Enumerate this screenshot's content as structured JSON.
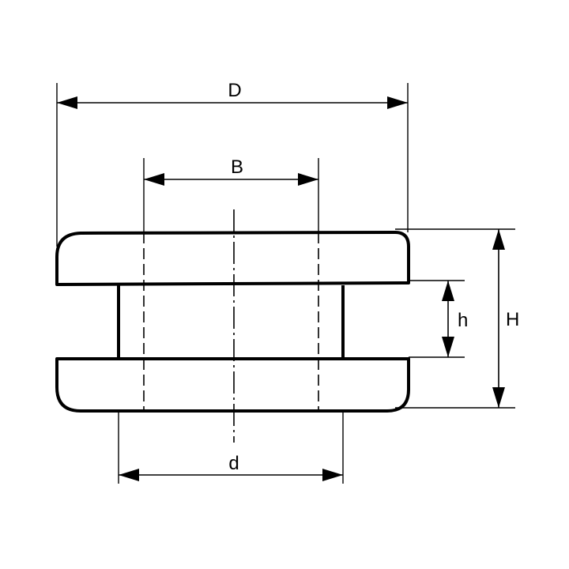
{
  "labels": {
    "D": "D",
    "B": "B",
    "h": "h",
    "H": "H",
    "d": "d"
  },
  "colors": {
    "line": "#000000",
    "background": "#ffffff"
  }
}
